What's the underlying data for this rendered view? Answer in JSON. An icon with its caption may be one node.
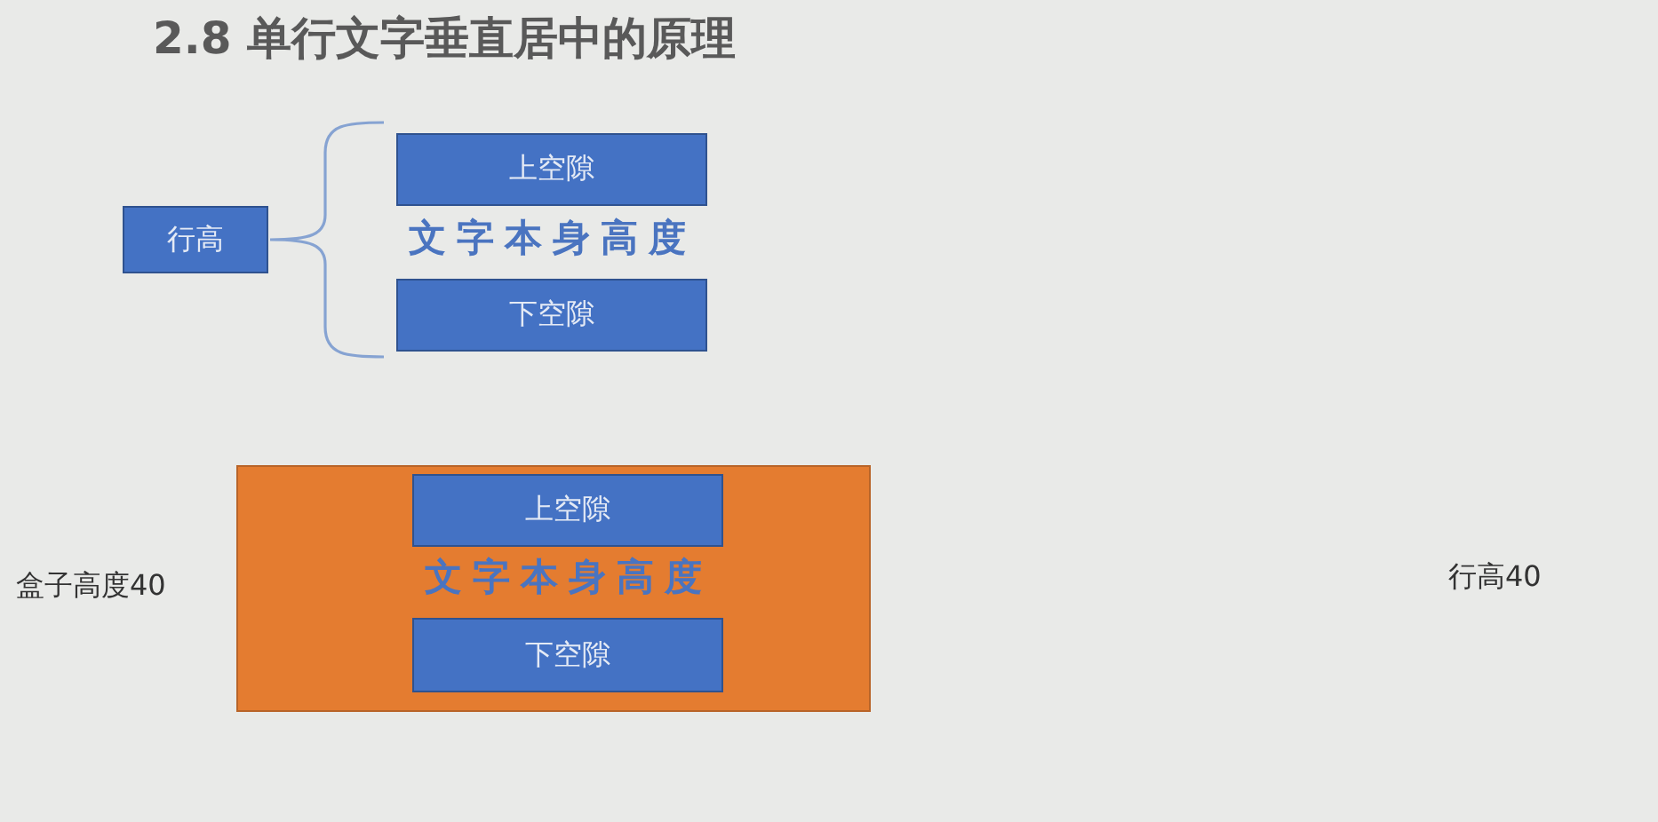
{
  "diagram": {
    "title": "2.8 单行文字垂直居中的原理",
    "nodes": [
      {
        "text": [
          "行高"
        ]
      },
      {
        "text": [
          "上空隙"
        ]
      },
      {
        "text": [
          "下空隙"
        ]
      },
      {
        "text": [],
        "shape": "box"
      },
      {
        "text": [
          "上空隙"
        ],
        "in": 3
      },
      {
        "text": [
          "下空隙"
        ],
        "in": 3
      }
    ],
    "labels": [
      "文字本身高度",
      "盒子高度40",
      "文字本身高度",
      "行高40"
    ]
  }
}
